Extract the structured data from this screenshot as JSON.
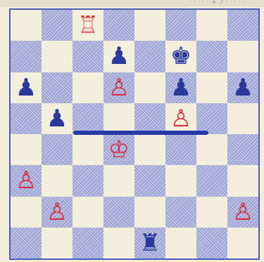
{
  "header": {
    "text": "· · · · · + ? · · · · ·"
  },
  "board": {
    "ranks": [
      [
        null,
        null,
        {
          "glyph": "♖",
          "color": "red",
          "name": "red-rook-icon"
        },
        null,
        null,
        null,
        null,
        null
      ],
      [
        null,
        null,
        null,
        {
          "glyph": "♟",
          "color": "blue",
          "name": "blue-pawn-icon"
        },
        null,
        {
          "glyph": "♚",
          "color": "blue",
          "name": "blue-king-icon"
        },
        null,
        null
      ],
      [
        {
          "glyph": "♟",
          "color": "blue",
          "name": "blue-pawn-icon"
        },
        null,
        null,
        {
          "glyph": "♙",
          "color": "red",
          "name": "red-pawn-icon"
        },
        null,
        {
          "glyph": "♟",
          "color": "blue",
          "name": "blue-pawn-icon"
        },
        null,
        {
          "glyph": "♟",
          "color": "blue",
          "name": "blue-pawn-icon"
        }
      ],
      [
        null,
        {
          "glyph": "♟",
          "color": "blue",
          "name": "blue-pawn-icon"
        },
        null,
        null,
        null,
        {
          "glyph": "♙",
          "color": "red",
          "name": "red-pawn-icon"
        },
        null,
        null
      ],
      [
        null,
        null,
        null,
        {
          "glyph": "♔",
          "color": "red",
          "name": "red-king-icon"
        },
        null,
        null,
        null,
        null
      ],
      [
        {
          "glyph": "♙",
          "color": "red",
          "name": "red-pawn-icon"
        },
        null,
        null,
        null,
        null,
        null,
        null,
        null
      ],
      [
        null,
        {
          "glyph": "♙",
          "color": "red",
          "name": "red-pawn-icon"
        },
        null,
        null,
        null,
        null,
        null,
        {
          "glyph": "♙",
          "color": "red",
          "name": "red-pawn-icon"
        }
      ],
      [
        null,
        null,
        null,
        null,
        {
          "glyph": "♜",
          "color": "blue",
          "name": "blue-rook-icon"
        },
        null,
        null,
        null
      ]
    ]
  },
  "colors": {
    "red_piece": "#d8303f",
    "blue_piece": "#2a3a9c",
    "arrow": "#2638a8"
  }
}
